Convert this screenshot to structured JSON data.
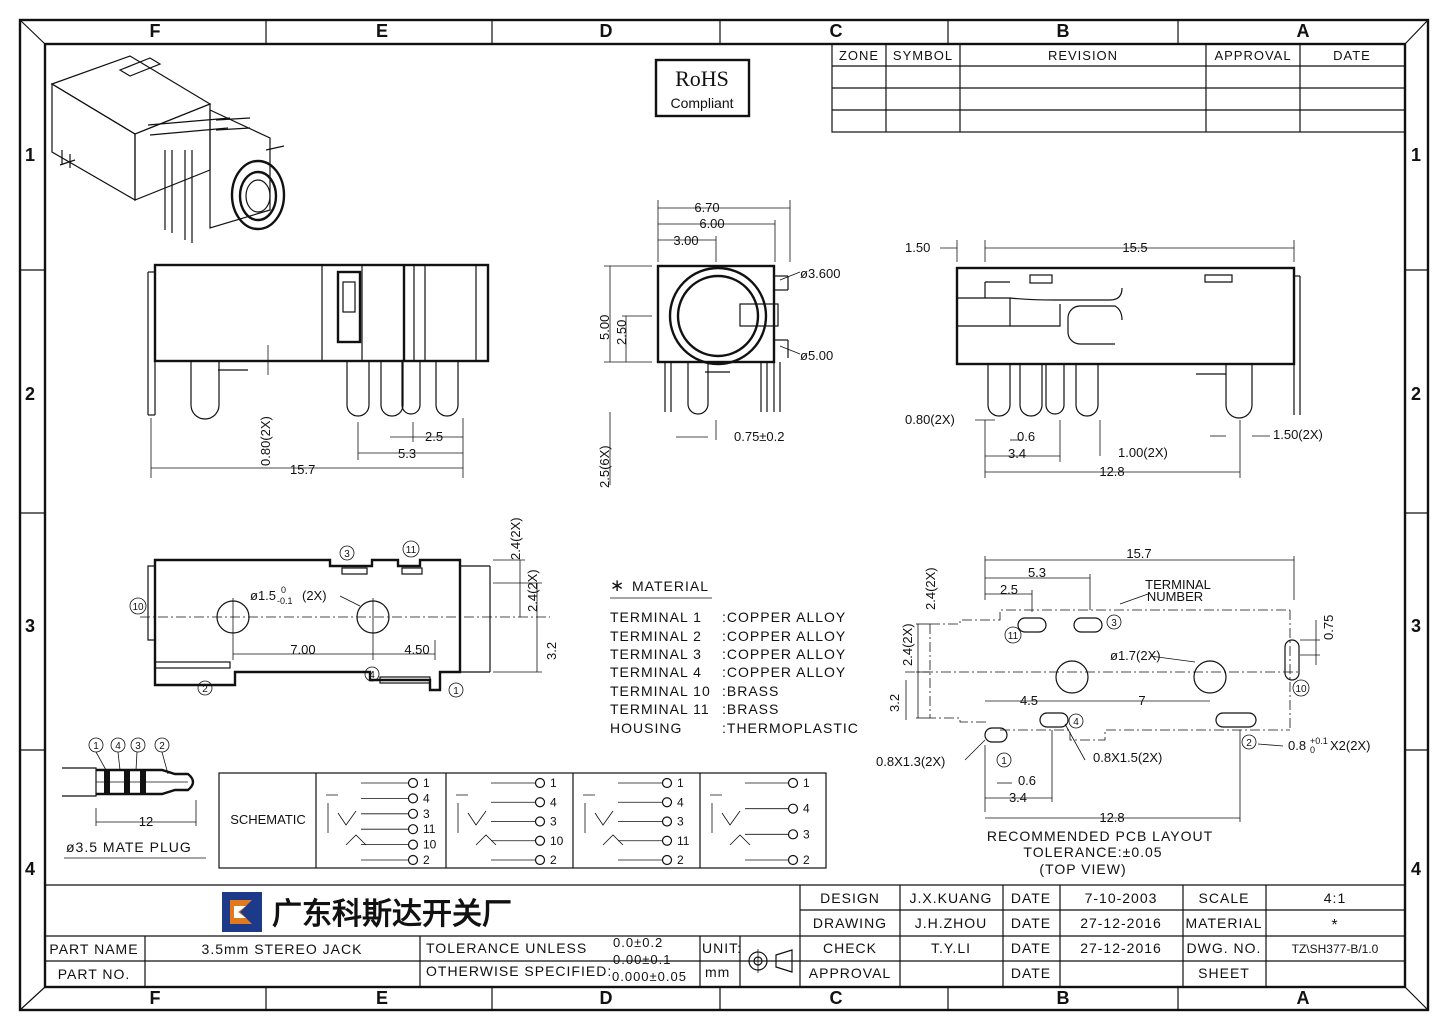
{
  "border": {
    "columns": [
      "F",
      "E",
      "D",
      "C",
      "B",
      "A"
    ],
    "rows": [
      "1",
      "2",
      "3",
      "4"
    ]
  },
  "revision_table": {
    "headers": [
      "ZONE",
      "SYMBOL",
      "REVISION",
      "APPROVAL",
      "DATE"
    ]
  },
  "rohs": {
    "line1": "RoHS",
    "line2": "Compliant"
  },
  "dims": {
    "side_top": [
      "0.80(2X)",
      "2.5",
      "5.3",
      "15.7"
    ],
    "front": [
      "6.70",
      "6.00",
      "3.00",
      "ø3.600",
      "5.00",
      "2.50",
      "ø5.00",
      "2.5(6X)",
      "0.75±0.2"
    ],
    "right": [
      "1.50",
      "15.5",
      "0.80(2X)",
      "0.6",
      "1.00(2X)",
      "3.4",
      "12.8",
      "1.50(2X)"
    ],
    "bottom": [
      "ø1.5",
      "(2X)",
      "2.4(2X)",
      "2.4(2X)",
      "3.2",
      "7.00",
      "4.50"
    ],
    "bottom_tol": {
      "plus": "0",
      "minus": "-0.1"
    },
    "pcb": [
      "15.7",
      "5.3",
      "2.5",
      "TERMINAL",
      "NUMBER",
      "0.75",
      "ø1.7(2X)",
      "2.4(2X)",
      "2.4(2X)",
      "3.2",
      "4.5",
      "7",
      "0.8X1.3(2X)",
      "0.8X1.5(2X)",
      "0.6",
      "3.4",
      "12.8"
    ],
    "pcb_slot": {
      "prefix": "0.8",
      "plus": "+0.1",
      "minus": "0",
      "suffix": "X2(2X)"
    }
  },
  "terminal_markers": [
    "3",
    "11",
    "10",
    "4",
    "1",
    "2"
  ],
  "material": {
    "heading": "MATERIAL",
    "rows": [
      [
        "TERMINAL  1",
        ":COPPER  ALLOY"
      ],
      [
        "TERMINAL  2",
        ":COPPER  ALLOY"
      ],
      [
        "TERMINAL  3",
        ":COPPER  ALLOY"
      ],
      [
        "TERMINAL  4",
        ":COPPER  ALLOY"
      ],
      [
        "TERMINAL  10",
        ":BRASS"
      ],
      [
        "TERMINAL  11",
        ":BRASS"
      ],
      [
        "HOUSING",
        ":THERMOPLASTIC"
      ]
    ]
  },
  "pcb_caption": {
    "line1": "RECOMMENDED PCB LAYOUT",
    "line2": "TOLERANCE:±0.05",
    "line3": "(TOP VIEW)"
  },
  "plug": {
    "labels": [
      "1",
      "4",
      "3",
      "2"
    ],
    "dim": "12",
    "caption": "ø3.5  MATE  PLUG"
  },
  "schematic": {
    "label": "SCHEMATIC",
    "groups": [
      [
        "1",
        "4",
        "3",
        "11",
        "10",
        "2"
      ],
      [
        "1",
        "4",
        "3",
        "10",
        "2"
      ],
      [
        "1",
        "4",
        "3",
        "11",
        "2"
      ],
      [
        "1",
        "4",
        "3",
        "2"
      ]
    ]
  },
  "title_block": {
    "company": "广东科斯达开关厂",
    "part_name_label": "PART NAME",
    "part_name": "3.5mm  STEREO  JACK",
    "part_no_label": "PART NO.",
    "tolerance_label": "TOLERANCE  UNLESS",
    "otherwise_label": "OTHERWISE  SPECIFIED:",
    "tol1": "0.0±0.2",
    "tol2": "0.00±0.1",
    "tol3": "0.000±0.05",
    "unit_label": "UNIT:",
    "unit": "mm",
    "design_label": "DESIGN",
    "design": "J.X.KUANG",
    "design_date": "7-10-2003",
    "drawing_label": "DRAWING",
    "drawing": "J.H.ZHOU",
    "drawing_date": "27-12-2016",
    "check_label": "CHECK",
    "check": "T.Y.LI",
    "check_date": "27-12-2016",
    "approval_label": "APPROVAL",
    "date_label": "DATE",
    "scale_label": "SCALE",
    "scale": "4:1",
    "material_label": "MATERIAL",
    "material": "*",
    "dwg_label": "DWG. NO.",
    "dwg_no": "TZ\\SH377-B/1.0",
    "sheet_label": "SHEET"
  },
  "colors": {
    "ink": "#111111",
    "brand_blue": "#1d3a8a",
    "brand_orange": "#e07a1c"
  }
}
